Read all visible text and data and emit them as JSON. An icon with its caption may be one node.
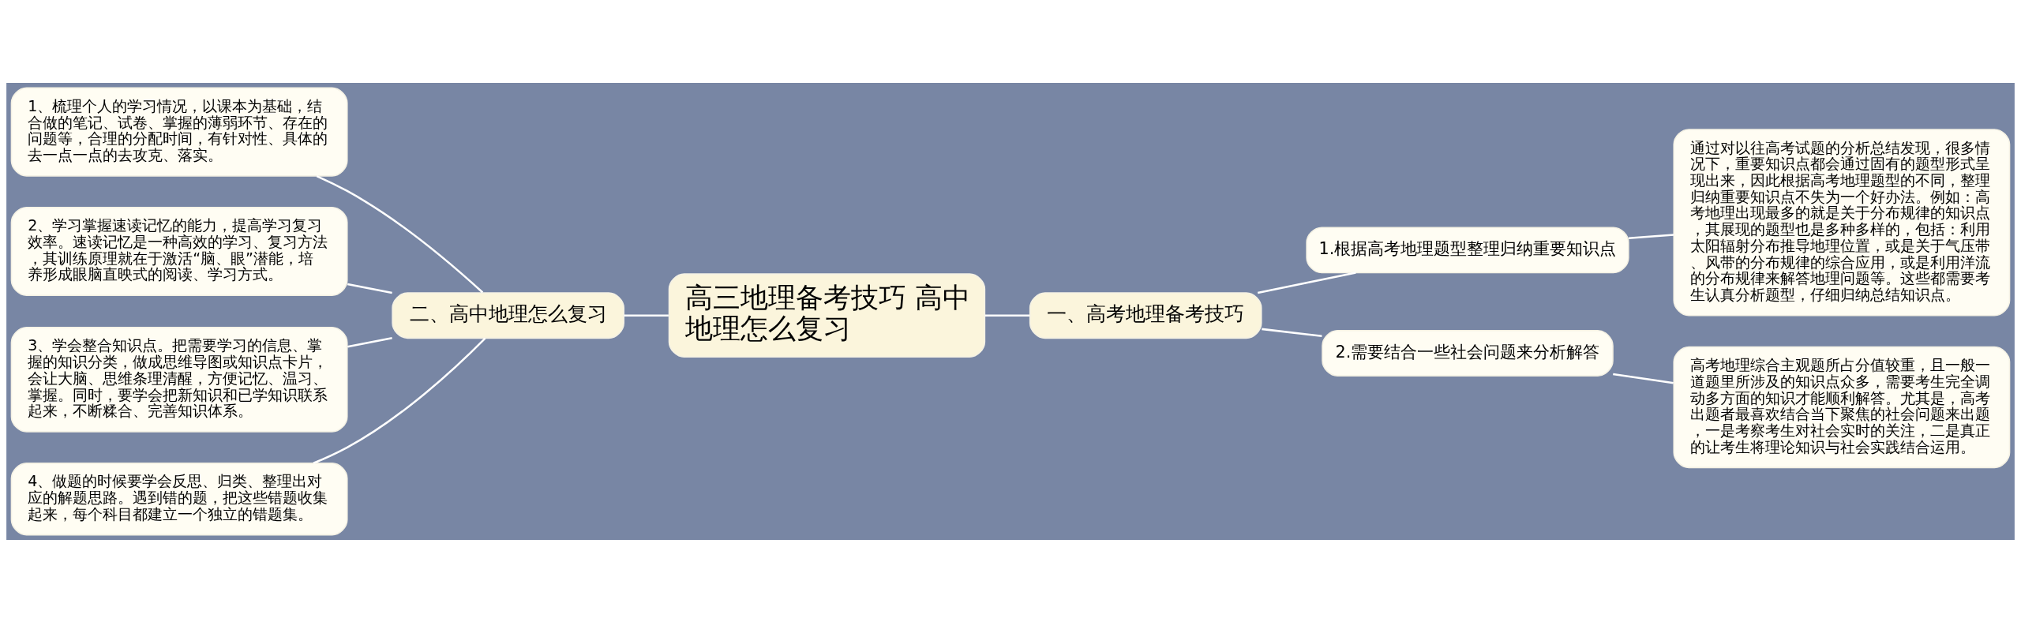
{
  "diagram": {
    "nodes": [
      {
        "text": [
          "高三地理备考技巧 高中地理怎么复习"
        ]
      },
      {
        "text": [
          "一、高考地理备考技巧"
        ]
      },
      {
        "text": [
          "1.根据高考地理题型整理归纳重要知识点"
        ]
      },
      {
        "text": [
          "通过对以往高考试题的分析总结发现，很多情况下，重要知识点都会通过固有的题型形式呈现出来，因此根据高考地理题型的不同，整理归纳重要知识点不失为一个好办法。例如：高考地理出现最多的就是关于分布规律的知识点，其展现的题型也是多种多样的，包括：利用太阳辐射分布推导地理位置，或是关于气压带、风带的分布规律的综合应用，或是利用洋流的分布规律来解答地理问题等。这些都需要考生认真分析题型，仔细归纳总结知识点。"
        ]
      },
      {
        "text": [
          "2.需要结合一些社会问题来分析解答"
        ]
      },
      {
        "text": [
          "高考地理综合主观题所占分值较重，且一般一道题里所涉及的知识点众多，需要考生完全调动多方面的知识才能顺利解答。尤其是，高考出题者最喜欢结合当下聚焦的社会问题来出题，一是考察考生对社会实时的关注，二是真正的让考生将理论知识与社会实践结合运用。"
        ]
      },
      {
        "text": [
          "二、高中地理怎么复习"
        ]
      },
      {
        "text": [
          "1、梳理个人的学习情况，以课本为基础，结合做的笔记、试卷、掌握的薄弱环节、存在的问题等，合理的分配时间，有针对性、具体的去一点一点的去攻克、落实。"
        ]
      },
      {
        "text": [
          "2、学习掌握速读记忆的能力，提高学习复习效率。速读记忆是一种高效的学习、复习方法，其训练原理就在于激活“脑、眼”潜能，培养形成眼脑直映式的阅读、学习方式。"
        ]
      },
      {
        "text": [
          "3、学会整合知识点。把需要学习的信息、掌握的知识分类，做成思维导图或知识点卡片，会让大脑、思维条理清醒，方便记忆、温习、掌握。同时，要学会把新知识和已学知识联系起来，不断糅合、完善知识体系。"
        ]
      },
      {
        "text": [
          "4、做题的时候要学会反思、归类、整理出对应的解题思路。遇到错的题，把这些错题收集起来，每个科目都建立一个独立的错题集。"
        ]
      }
    ],
    "edges": [
      {
        "from": 0,
        "to": 1,
        "arrow": "none"
      },
      {
        "from": 1,
        "to": 2,
        "arrow": "none"
      },
      {
        "from": 2,
        "to": 3,
        "arrow": "none"
      },
      {
        "from": 1,
        "to": 4,
        "arrow": "none"
      },
      {
        "from": 4,
        "to": 5,
        "arrow": "none"
      },
      {
        "from": 0,
        "to": 6,
        "arrow": "none"
      },
      {
        "from": 6,
        "to": 7,
        "arrow": "none"
      },
      {
        "from": 6,
        "to": 8,
        "arrow": "none"
      },
      {
        "from": 6,
        "to": 9,
        "arrow": "none"
      },
      {
        "from": 6,
        "to": 10,
        "arrow": "none"
      }
    ]
  }
}
